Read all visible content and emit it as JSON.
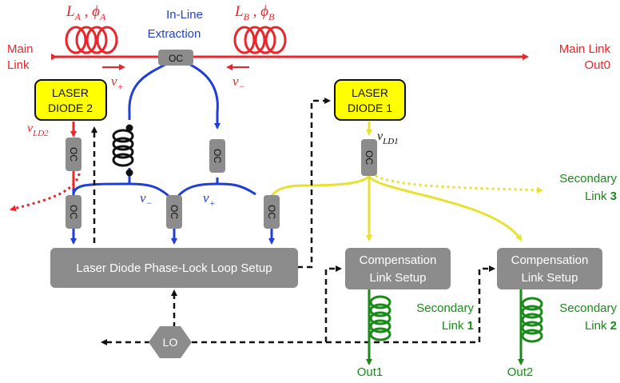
{
  "fibers": {
    "la_phi_a": "L",
    "la_sub": "A",
    "la_phi": " , ϕ",
    "la_phi_sub": "A",
    "lb": "L",
    "lb_sub": "B",
    "lb_phi": " , ϕ",
    "lb_phi_sub": "B"
  },
  "main_link": {
    "left_line1": "Main",
    "left_line2": "Link",
    "right_line1": "Main Link",
    "right_line2": "Out0"
  },
  "extraction": {
    "line1": "In-Line",
    "line2": "Extraction"
  },
  "coupler_label": "OC",
  "freqs": {
    "nu": "ν",
    "plus": "+",
    "minus": "−",
    "ld2_sub": "LD2",
    "ld1_sub": "LD1"
  },
  "laser2": {
    "line1": "LASER",
    "line2": "DIODE 2"
  },
  "laser1": {
    "line1": "LASER",
    "line2": "DIODE 1"
  },
  "pll": {
    "label": "Laser Diode Phase-Lock Loop Setup"
  },
  "comp1": {
    "line1": "Compensation",
    "line2": "Link Setup"
  },
  "comp2": {
    "line1": "Compensation",
    "line2": "Link Setup"
  },
  "lo": {
    "label": "LO"
  },
  "secondary": {
    "s1_line1": "Secondary",
    "s1_line2": "Link ",
    "s1_num": "1",
    "s2_line1": "Secondary",
    "s2_line2": "Link ",
    "s2_num": "2",
    "s3_line1": "Secondary",
    "s3_line2": "Link ",
    "s3_num": "3"
  },
  "outputs": {
    "out1": "Out1",
    "out2": "Out2"
  },
  "colors": {
    "red": "#e8262b",
    "blue": "#1f3fd6",
    "yellow": "#e6e132",
    "green": "#1a8a1a",
    "gray": "#8c8c8c",
    "laser_fill": "#ffff00",
    "black": "#111111"
  }
}
